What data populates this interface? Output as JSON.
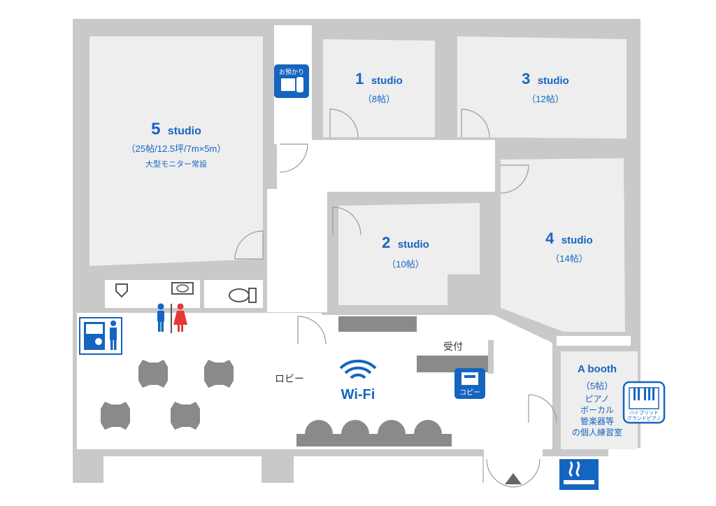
{
  "rooms": {
    "studio5": {
      "number": "5",
      "word": "studio",
      "size": "（25帖/12.5坪/7m×5m）",
      "note": "大型モニター常設"
    },
    "studio1": {
      "number": "1",
      "word": "studio",
      "size": "（8帖）"
    },
    "studio3": {
      "number": "3",
      "word": "studio",
      "size": "（12帖）"
    },
    "studio2": {
      "number": "2",
      "word": "studio",
      "size": "（10帖）"
    },
    "studio4": {
      "number": "4",
      "word": "studio",
      "size": "（14帖）"
    },
    "booth_a": {
      "name": "A booth",
      "size": "（5帖）",
      "lines": [
        "ピアノ",
        "ボーカル",
        "管楽器等",
        "の個人練習室"
      ]
    }
  },
  "labels": {
    "lobby": "ロビー",
    "reception": "受付",
    "wifi": "Wi-Fi"
  },
  "icons": {
    "storage": {
      "text": "お預かり",
      "color": "#1565c0"
    },
    "copy": {
      "text": "コピー",
      "color": "#1565c0"
    },
    "piano": {
      "line1": "ハイブリッド",
      "line2": "グランドピアノ",
      "color": "#1565c0"
    },
    "smoking": {
      "color": "#1565c0"
    },
    "restroom": {
      "male_color": "#1565c0",
      "female_color": "#e53935"
    },
    "vending": {
      "color": "#1565c0"
    }
  },
  "colors": {
    "wall": "#c9c9c9",
    "room": "#eeeeee",
    "label": "#1565c0",
    "table": "#8a8a8a"
  }
}
